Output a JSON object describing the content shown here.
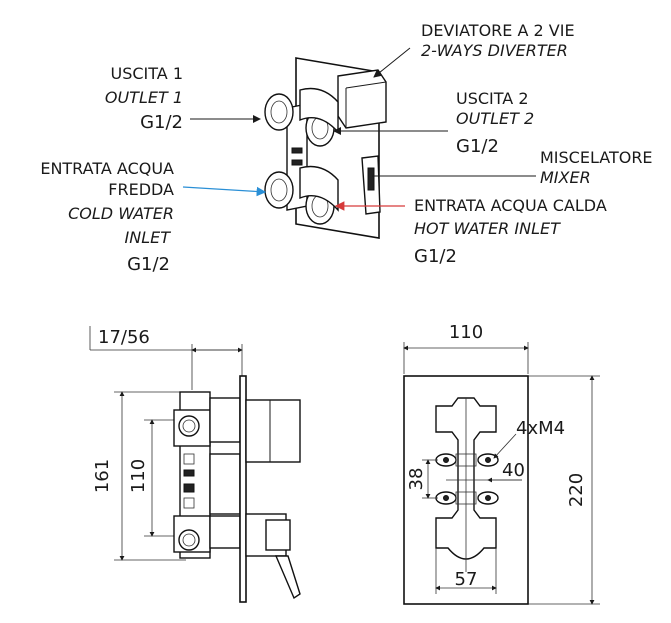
{
  "labels": {
    "diverter_it": "DEVIATORE A 2 VIE",
    "diverter_en": "2-WAYS DIVERTER",
    "outlet1_it": "USCITA 1",
    "outlet1_en": "OUTLET 1",
    "outlet1_size": "G1/2",
    "outlet2_it": "USCITA 2",
    "outlet2_en": "OUTLET 2",
    "outlet2_size": "G1/2",
    "mixer_it": "MISCELATORE",
    "mixer_en": "MIXER",
    "cold_it_1": "ENTRATA ACQUA",
    "cold_it_2": "FREDDA",
    "cold_en_1": "COLD WATER",
    "cold_en_2": "INLET",
    "cold_size": "G1/2",
    "hot_it": "ENTRATA ACQUA CALDA",
    "hot_en": "HOT WATER INLET",
    "hot_size": "G1/2"
  },
  "dimensions": {
    "side_depth": "17/56",
    "side_height_outer": "161",
    "side_height_inner": "110",
    "front_width": "110",
    "front_height": "220",
    "screws": "4xM4",
    "hole_spacing_v": "38",
    "hole_spacing_h": "40",
    "bottom_width": "57"
  },
  "colors": {
    "cold_arrow": "#2a8fd6",
    "hot_arrow": "#d63a3a",
    "line": "#1a1a1a"
  }
}
